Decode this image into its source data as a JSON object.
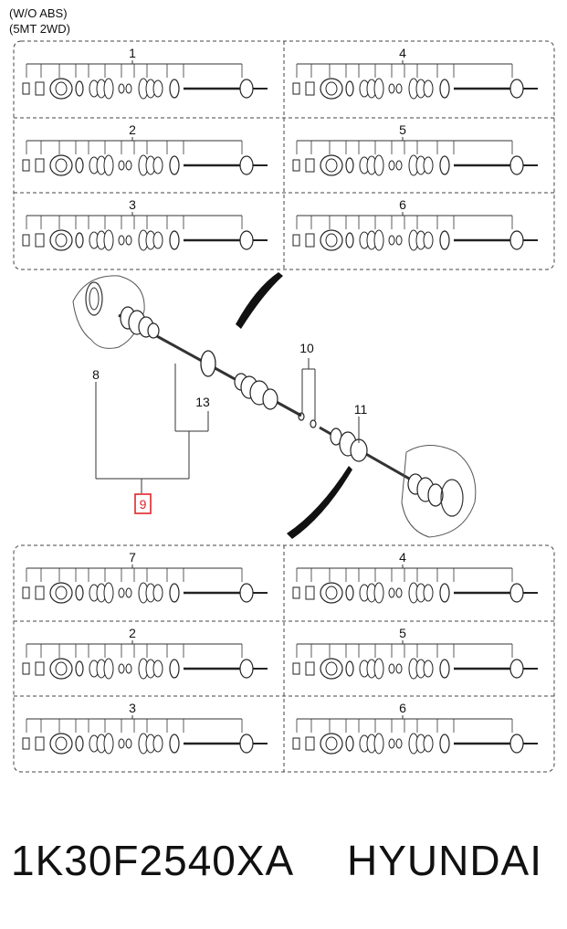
{
  "header": {
    "line1": "(W/O ABS)",
    "line2": "(5MT 2WD)"
  },
  "top_section": {
    "panels_left": [
      "1",
      "2",
      "3"
    ],
    "panels_right": [
      "4",
      "5",
      "6"
    ]
  },
  "middle_section": {
    "labels": {
      "hub_bearing": "8",
      "dust_cover": "13",
      "circlips": "10",
      "shaft_assembly": "11",
      "selected_part": "9"
    },
    "highlight_color": "#e0242a"
  },
  "bottom_section": {
    "panels_left": [
      "7",
      "2",
      "3"
    ],
    "panels_right": [
      "4",
      "5",
      "6"
    ]
  },
  "footer": {
    "part_number": "1K30F2540XA",
    "brand": "HYUNDAI"
  }
}
